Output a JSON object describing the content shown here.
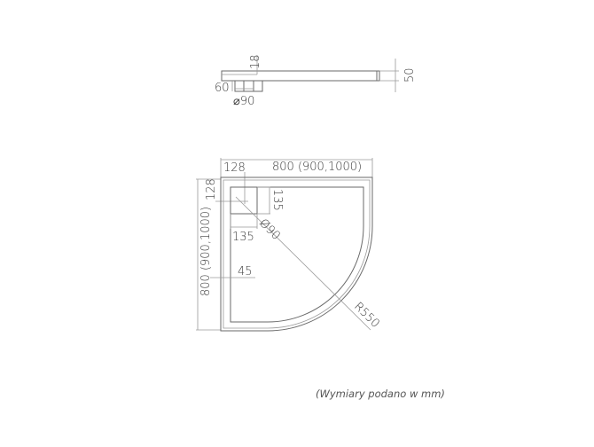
{
  "drawing": {
    "subject": "quarter-circle shower tray technical drawing",
    "side_view": {
      "labels": {
        "thickness_edge": "18",
        "total_height": "50",
        "drain_height": "60",
        "drain_diameter": "⌀90"
      }
    },
    "top_view": {
      "labels": {
        "width": "800 (900,1000)",
        "depth": "800 (900,1000)",
        "drain_offset_x": "128",
        "drain_offset_y": "128",
        "drain_box_w": "135",
        "drain_box_h": "135",
        "drain_diameter": "Ø90",
        "rim_width": "45",
        "radius": "R550"
      }
    },
    "footnote": "(Wymiary podano w mm)"
  },
  "colors": {
    "line": "#6a6a6a",
    "text": "#3a3a3a",
    "background": "#ffffff"
  }
}
